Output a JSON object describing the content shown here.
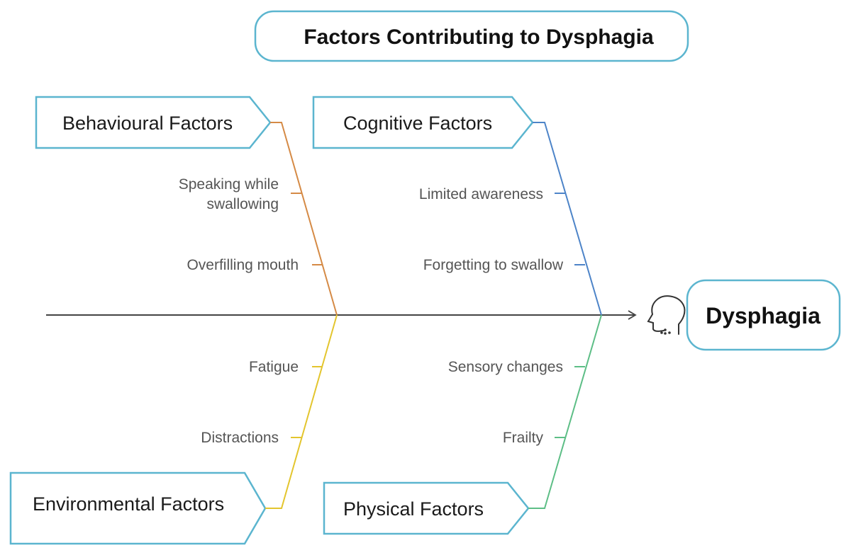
{
  "title": "Factors Contributing to Dysphagia",
  "effect": {
    "label": "Dysphagia",
    "icon": "head-profile-icon"
  },
  "categories": {
    "behavioural": {
      "label": "Behavioural Factors",
      "color": "#D58A45",
      "causes": [
        "Speaking while",
        "swallowing",
        "Overfilling mouth"
      ]
    },
    "cognitive": {
      "label": "Cognitive Factors",
      "color": "#4D84C8",
      "causes": [
        "Limited awareness",
        "Forgetting to swallow"
      ]
    },
    "environmental": {
      "label": "Environmental Factors",
      "color": "#E3C52E",
      "causes": [
        "Fatigue",
        "Distractions"
      ]
    },
    "physical": {
      "label": "Physical Factors",
      "color": "#5DBE86",
      "causes": [
        "Sensory changes",
        "Frailty"
      ]
    }
  },
  "colors": {
    "box_border": "#5BB5CF",
    "spine": "#444444"
  }
}
